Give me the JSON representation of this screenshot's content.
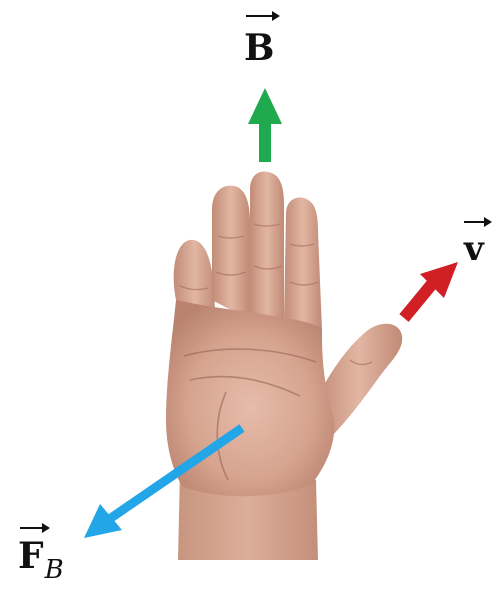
{
  "vectors": {
    "magnetic_field": {
      "symbol": "B",
      "subscript": "",
      "color": "#1faa4f"
    },
    "velocity": {
      "symbol": "v",
      "subscript": "",
      "color": "#d11f26"
    },
    "magnetic_force": {
      "symbol": "F",
      "subscript": "B",
      "color": "#22a6e8"
    }
  },
  "colors": {
    "skin_base": "#d9a995",
    "skin_shadow": "#b47f6c",
    "skin_highlight": "#eecbbc",
    "crease": "#9b6a5a"
  }
}
